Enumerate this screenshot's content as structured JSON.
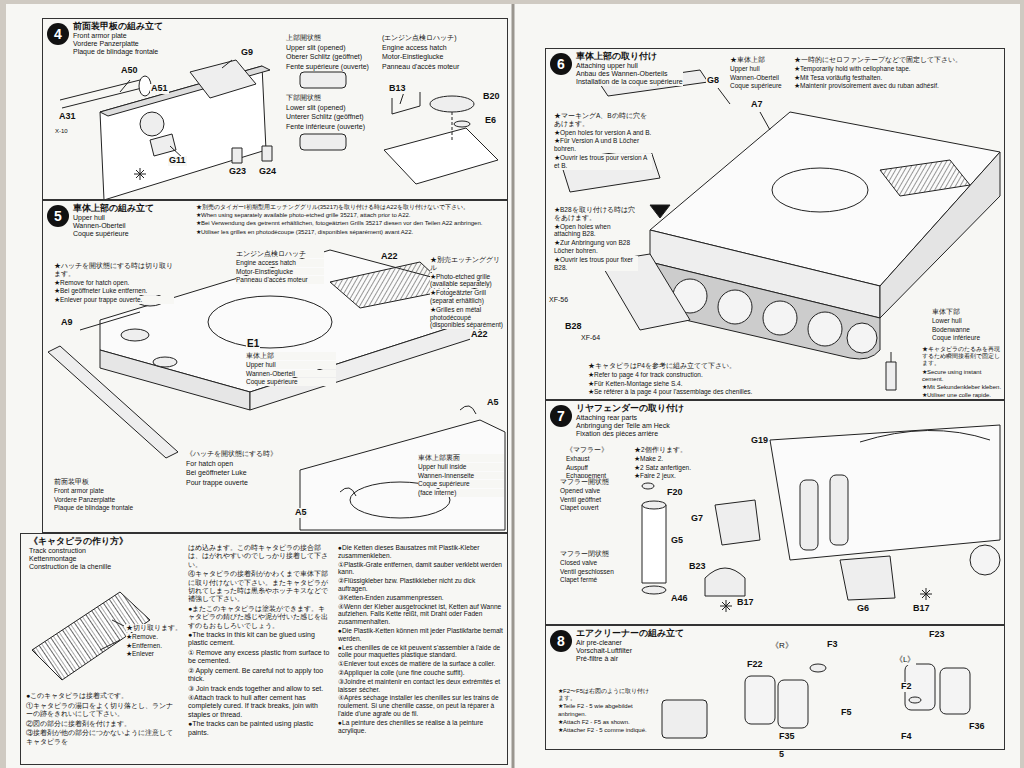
{
  "diagram": {
    "nodes": [
      {
        "text": [
          "前面装甲板の組み立て",
          "Front armor plate",
          "Vordere Panzerplatte",
          "Plaque de blindage frontale"
        ]
      },
      {
        "text": [
          "4"
        ],
        "in": 0
      },
      {
        "text": [
          "車体上部の組み立て",
          "Upper hull",
          "Wannen-Oberteil",
          "Coque supérieure"
        ]
      },
      {
        "text": [
          "5"
        ],
        "in": 2
      },
      {
        "text": [
          "《キャタピラの作り方》",
          "Track construction",
          "Kettenmontage",
          "Construction de la chenille"
        ]
      },
      {
        "text": [
          "車体上部の取り付け",
          "Attaching upper hull",
          "Anbau des Wannen-Oberteils",
          "Installation de la coque supérieure"
        ]
      },
      {
        "text": [
          "6"
        ],
        "in": 5
      },
      {
        "text": [
          "リヤフェンダーの取り付け",
          "Attaching rear parts",
          "Anbringung der Teile am Heck",
          "Fixation des pièces arrière"
        ]
      },
      {
        "text": [
          "7"
        ],
        "in": 7
      },
      {
        "text": [
          "エアクリーナーの組み立て",
          "Air pre-cleaner",
          "Vorschalt-Luftfilter",
          "Pré-filtre à air"
        ]
      },
      {
        "text": [
          "8"
        ],
        "in": 9
      }
    ],
    "labels": [
      "A50",
      "A51",
      "A31",
      "X-10",
      "G9",
      "G11",
      "G23",
      "G24",
      "上部開状態",
      "Upper slit (opened)",
      "Oberer Schlitz (geöffnet)",
      "Fente supérieure (ouverte)",
      "下部開状態",
      "Lower slit (opened)",
      "Unterer Schlitz (geöffnet)",
      "Fente inférieure (ouverte)",
      "(エンジン点検ロハッチ)",
      "Engine access hatch",
      "Motor-Einstieglucke",
      "Panneau d'accès moteur",
      "B13",
      "B20",
      "E6",
      "★別売のタイガーI初期型用エッチンググリル(35217)を取り付ける時はA22を取り付けないで下さい。",
      "★When using separately available photo-etched grille 35217, attach prior to A22.",
      "★Bei Verwendung des getrennt erhältlichen, fotogeätzten Grills 35217 diesen vor den Teilen A22 anbringen.",
      "★Utiliser les grilles en photodécoupe (35217, disponibles séparément) avant A22.",
      "エンジン点検ロハッチ",
      "Engine access hatch",
      "Motor-Einstieglucke",
      "Panneau d'accès moteur",
      "A22",
      "★別売エッチンググリル",
      "★Photo-etched grille (available separately)",
      "★Fotogeätzter Grill (separat erhältlich)",
      "★Grilles en métal photodécoupé (disponibles séparément)",
      "A22",
      "★ハッチを開状態にする時は切り取ります。",
      "★Remove for hatch open.",
      "★Bei geöffneter Luke entfernen.",
      "★Enlever pour trappe ouverte.",
      "A9",
      "E1",
      "車体上部",
      "Upper hull",
      "Wannen-Oberteil",
      "Coque supérieure",
      "前面装甲板",
      "Front armor plate",
      "Vordere Panzerplatte",
      "Plaque de blindage frontale",
      "《ハッチを開状態にする時》",
      "For hatch open",
      "Bei geöffneter Luke",
      "Pour trappe ouverte",
      "A5",
      "A5",
      "車体上部裏面",
      "Upper hull inside",
      "Wannen-Innenseite",
      "Coque supérieure",
      "(face interne)",
      "★切り取ります。",
      "★Remove.",
      "★Entfernen.",
      "★Enlever",
      "●このキャタピラは接着式です。",
      "①キャタピラの湯口をよく切り落とし、ランナーの跡をきれいにして下さい。",
      "②図の部分に接着剤を付けます。",
      "③接着剤が他の部分につかないように注意してキャタピラを",
      "はめ込みます。この時キャタピラの接合部は、はがれやすいのでしっかり接着して下さい。",
      "④キャタピラの接着剤がかわくまで車体下部に取り付けないで下さい。またキャタピラが切れてしまった時は黒糸やホッチキスなどで補強して下さい。",
      "●またこのキャタピラは塗装ができます。キャタピラの錆びた感じや泥が付いた感じを出すのもおもしろいでしょう。",
      "●The tracks in this kit can be glued using plastic cement.",
      "① Remove any excess plastic from surface to be cemented.",
      "② Apply cement. Be careful not to apply too thick.",
      "③ Join track ends together and allow to set.",
      "④Attach track to hull after cement has completely cured. If track breaks, join with staples or thread.",
      "●The tracks can be painted using plastic paints.",
      "●Die Ketten dieses Bausatzes mit Plastik-Kleber zusammenkleben.",
      "①Plastik-Grate entfernen, damit sauber verklebt werden kann.",
      "②Flüssigkleber bzw. Plastikkleber nicht zu dick auftragen.",
      "③Ketten-Enden zusammenpressen.",
      "④Wenn der Kleber ausgetrocknet ist, Ketten auf Wanne aufziehen. Falls Kette reißt, mit Draht oder Faden zusammenhalten.",
      "●Die Plastik-Ketten können mit jeder Plastikfarbe bemalt werden.",
      "●Les chenilles de ce kit peuvent s'assembler à l'aide de colle pour maquettes plastique standard.",
      "①Enlever tout excès de matière de la surface à coller.",
      "②Appliquer la colle (une fine couche suffit).",
      "③Joindre et maintenir en contact les deux extrémités et laisser sécher.",
      "④Après séchage installer les chenilles sur les trains de roulement. Si une chenille casse, on peut la réparer à l'aide d'une agrafe ou de fil.",
      "●La peinture des chenilles se réalise à la peinture acrylique.",
      "★マーキングA、Bの時に穴をあけます。",
      "★Open holes for version A and B.",
      "★Für Version A und B Löcher bohren.",
      "★Ouvrir les trous pour version A et B.",
      "G8",
      "A7",
      "★車体上部",
      "Upper hull",
      "Wannen-Oberteil",
      "Coque supérieure",
      "★一時的にセロファンテープなどで固定して下さい。",
      "★Temporarily hold with cellophane tape.",
      "★Mit Tesa vorläufig festhalten.",
      "★Maintenir provisoirement avec du ruban adhésif.",
      "★B28を取り付ける時は穴をあけます。",
      "★Open holes when attaching B28.",
      "★Zur Anbringung von B28 Löcher bohren.",
      "★Ouvrir les trous pour fixer B28.",
      "XF-56",
      "B28",
      "XF-64",
      "★キャタピラはP4を参考に組み立てて下さい。",
      "★Refer to page 4 for track construction.",
      "★Für Ketten-Montage siehe S.4.",
      "★Se référer à la page 4 pour l'assemblage des chenilles.",
      "車体下部",
      "Lower hull",
      "Bodenwanne",
      "Coque inférieure",
      "★キャタピラのたるみを再現するため瞬間接着剤で固定します。",
      "★Secure using instant cement.",
      "★Mit Sekundenkleber kleben.",
      "★Utiliser une colle rapide.",
      "《マフラー》",
      "Exhaust",
      "Auspuff",
      "Echappement",
      "★2個作ります。",
      "★Make 2.",
      "★2 Satz anfertigen.",
      "★Faire 2 jeux.",
      "マフラー開状態",
      "Opened valve",
      "Ventil geöffnet",
      "Clapet ouvert",
      "F20",
      "G5",
      "マフラー閉状態",
      "Closed valve",
      "Ventil geschlossen",
      "Clapet fermé",
      "A46",
      "G19",
      "G7",
      "B23",
      "B17",
      "G6",
      "B17",
      "★F2〜F5は右図のように取り付けます。",
      "★Teile F2 - 5 wie abgebildet anbringen.",
      "★Attach F2 - F5 as shown.",
      "★Attacher F2 - 5 comme indiqué.",
      "《R》",
      "F3",
      "F22",
      "F5",
      "F35",
      "《L》",
      "F23",
      "F2",
      "F4",
      "F36",
      "5"
    ]
  }
}
